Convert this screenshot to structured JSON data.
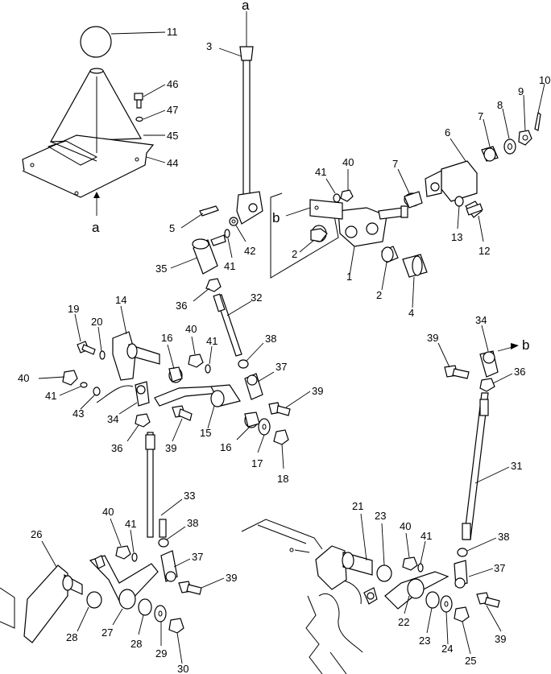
{
  "callouts": {
    "n1": "1",
    "n2a": "2",
    "n2b": "2",
    "n3": "3",
    "n4": "4",
    "n5": "5",
    "n6": "6",
    "n7a": "7",
    "n7b": "7",
    "n8": "8",
    "n9": "9",
    "n10": "10",
    "n11": "11",
    "n12": "12",
    "n13": "13",
    "n14": "14",
    "n15": "15",
    "n16a": "16",
    "n16b": "16",
    "n17": "17",
    "n18": "18",
    "n19": "19",
    "n20": "20",
    "n21": "21",
    "n22": "22",
    "n23a": "23",
    "n23b": "23",
    "n24": "24",
    "n25": "25",
    "n26": "26",
    "n27": "27",
    "n28a": "28",
    "n28b": "28",
    "n29": "29",
    "n30": "30",
    "n31": "31",
    "n32": "32",
    "n33": "33",
    "n34a": "34",
    "n34b": "34",
    "n35": "35",
    "n36a": "36",
    "n36b": "36",
    "n36c": "36",
    "n37a": "37",
    "n37b": "37",
    "n37c": "37",
    "n38a": "38",
    "n38b": "38",
    "n38c": "38",
    "n39a": "39",
    "n39b": "39",
    "n39c": "39",
    "n39d": "39",
    "n39e": "39",
    "n40a": "40",
    "n40b": "40",
    "n40c": "40",
    "n40d": "40",
    "n40e": "40",
    "n41a": "41",
    "n41b": "41",
    "n41c": "41",
    "n41d": "41",
    "n41e": "41",
    "n41f": "41",
    "n42": "42",
    "n43": "43",
    "n44": "44",
    "n45": "45",
    "n46": "46",
    "n47": "47"
  },
  "connectors": {
    "a_top": "a",
    "a_bottom": "a",
    "b_left": "b",
    "b_right": "b"
  }
}
